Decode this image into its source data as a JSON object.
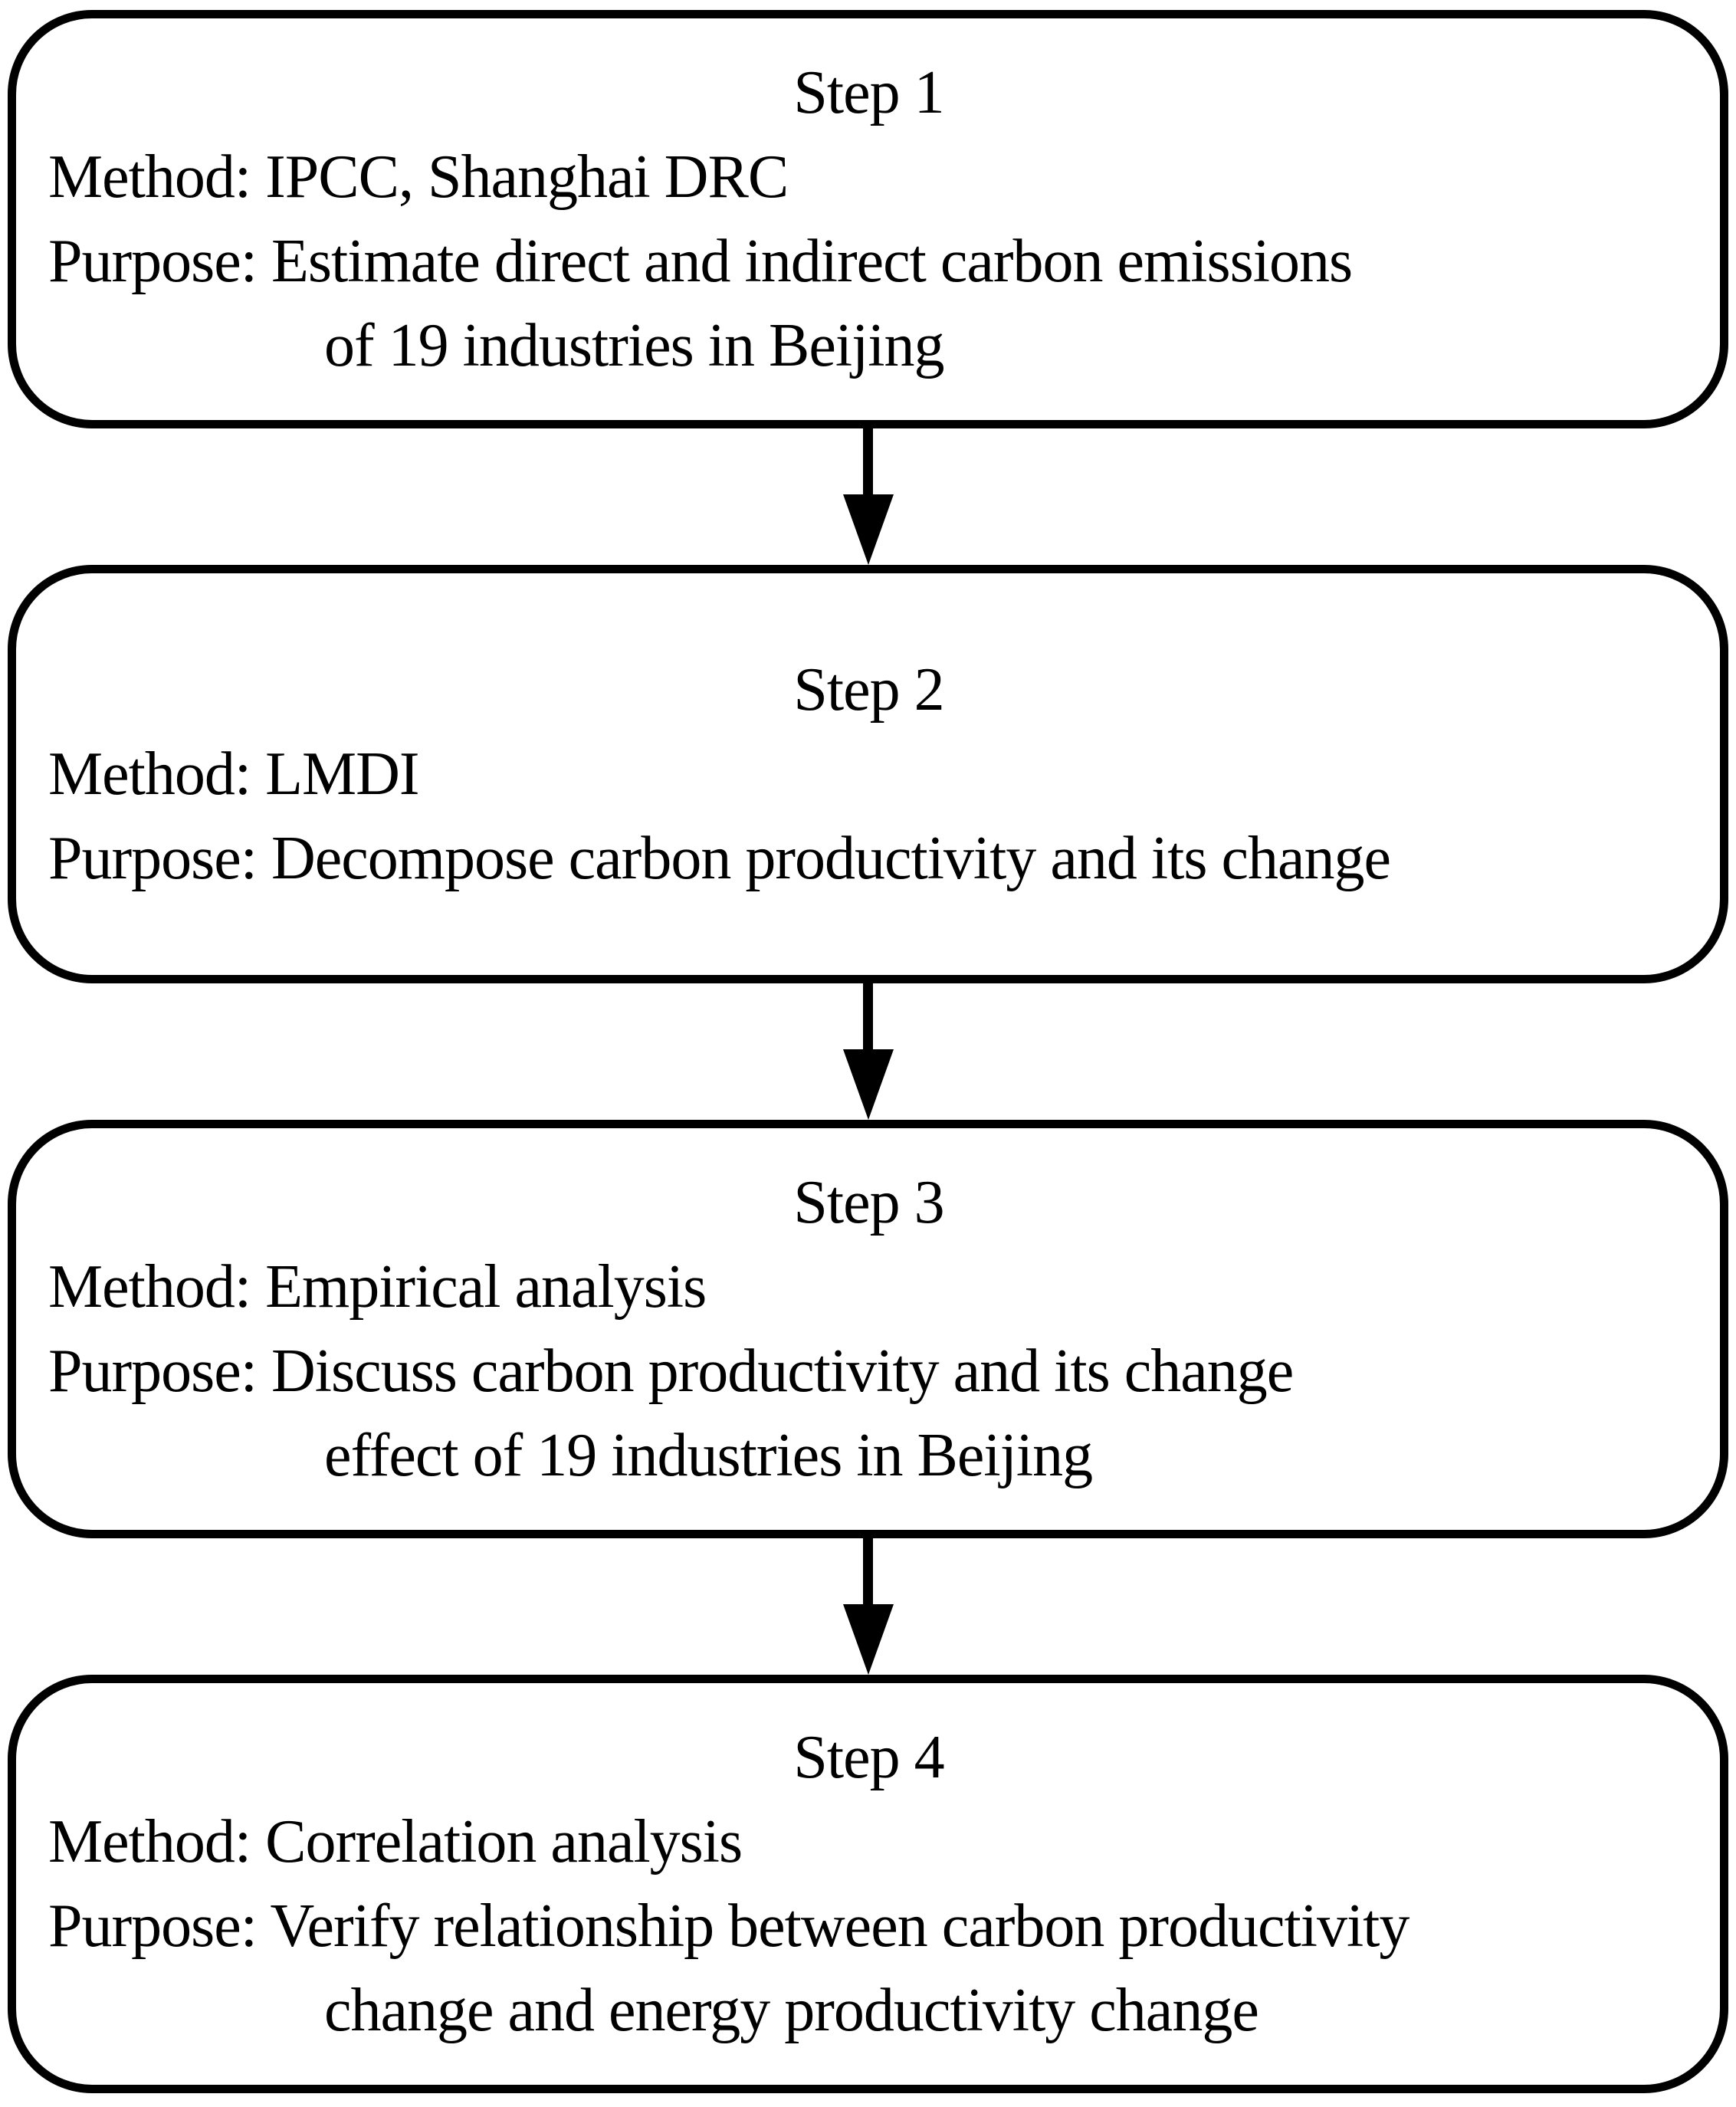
{
  "figure": {
    "background_color": "#ffffff",
    "line_color": "#000000"
  },
  "steps": [
    {
      "title": "Step 1",
      "method": "Method: IPCC, Shanghai DRC",
      "purpose": "Purpose: Estimate direct and indirect carbon emissions",
      "purpose_cont": "of 19 industries in Beijing"
    },
    {
      "title": "Step 2",
      "method": "Method: LMDI",
      "purpose": "Purpose: Decompose carbon productivity and its change",
      "purpose_cont": ""
    },
    {
      "title": "Step 3",
      "method": "Method: Empirical analysis",
      "purpose": "Purpose: Discuss carbon productivity and its change",
      "purpose_cont": "effect of 19 industries in Beijing"
    },
    {
      "title": "Step 4",
      "method": "Method: Correlation analysis",
      "purpose": "Purpose: Verify relationship between carbon productivity",
      "purpose_cont": "change and energy productivity change"
    }
  ]
}
